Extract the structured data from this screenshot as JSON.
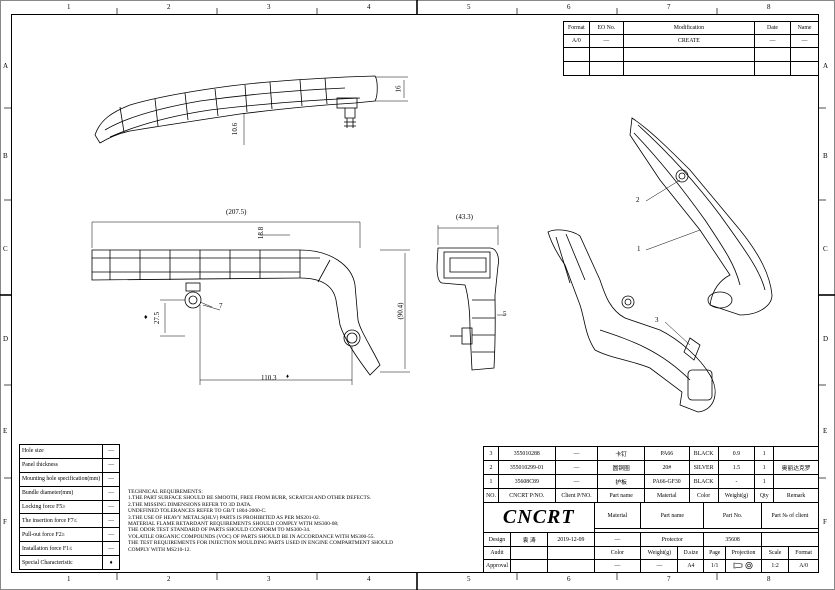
{
  "zones": {
    "top": [
      "1",
      "2",
      "3",
      "4",
      "5",
      "6",
      "7",
      "8"
    ],
    "bottom": [
      "1",
      "2",
      "3",
      "4",
      "5",
      "6",
      "7",
      "8"
    ],
    "left": [
      "A",
      "B",
      "C",
      "D",
      "E",
      "F"
    ],
    "right": [
      "A",
      "B",
      "C",
      "D",
      "E",
      "F"
    ]
  },
  "revision_table": {
    "headers": [
      "Format",
      "EO No.",
      "Modification",
      "Date",
      "Name"
    ],
    "rows": [
      [
        "A/0",
        "—",
        "CREATE",
        "—",
        "—"
      ]
    ]
  },
  "dimensions": {
    "d16": "16",
    "d10_6": "10.6",
    "d207_5": "(207.5)",
    "d18_8": "18.8",
    "d27_5": "27.5",
    "d110_3": "110.3",
    "d90_4": "(90.4)",
    "d43_3": "(43.3)",
    "diamond": "♦"
  },
  "balloons": {
    "b1": "1",
    "b2": "2",
    "b3": "3",
    "b5": "5",
    "b7": "7"
  },
  "spec_table": {
    "rows": [
      [
        "Hole size",
        "—"
      ],
      [
        "Panel thickness",
        "—"
      ],
      [
        "Mounting hole specification(mm)",
        "—"
      ],
      [
        "Bundle diameter(mm)",
        "—"
      ],
      [
        "Locking  force  F5≥",
        "—"
      ],
      [
        "The insertion force F7≤",
        "—"
      ],
      [
        "Pull-out force  F2≥",
        "—"
      ],
      [
        "Installation force F1≤",
        "—"
      ],
      [
        "Special Characteristic",
        "♦"
      ]
    ]
  },
  "tech_requirements": [
    "TECHNICAL REQUIREMENTS:",
    "1.THE PART SURFACE SHOULD BE SMOOTH, FREE FROM BURR, SCRATCH AND OTHER DEFECTS.",
    "2.THE MISSING DIMENSIONS REFER TO 3D DATA.",
    "   UNDEFINED TOLERANCES REFER TO GB/T 1804-2000-C.",
    "3.THE USE OF HEAVY METALS(HLV) PARTS IS PROHIBITED AS PER MS201-02.",
    "   MATERIAL FLAME RETARDANT REQUIREMENTS SHOULD COMPLY WITH MS300-08;",
    "   THE ODOR TEST STANDARD OF PARTS  SHOULD CONFORM TO MS300-34.",
    "   VOLATILE ORGANIC COMPOUNDS (VOC) OF PARTS SHOULD BE IN ACCORDANCE WITH MS300-55.",
    "   THE TEST REQUIREMENTS FOR INJECTION MOULDING PARTS USED IN ENGINE COMPARTMENT SHOULD",
    "   COMPLY WITH MS210-12."
  ],
  "bom": {
    "rows": [
      [
        "3",
        "355010288",
        "—",
        "卡钉",
        "PA66",
        "BLACK",
        "0.9",
        "1",
        ""
      ],
      [
        "2",
        "355010299-01",
        "—",
        "圆铜圈",
        "20#",
        "SILVER",
        "1.5",
        "1",
        "奥丽达克罗"
      ],
      [
        "1",
        "35608C89",
        "—",
        "护板",
        "PA66-GF30",
        "BLACK",
        "-",
        "1",
        ""
      ]
    ],
    "headers": [
      "NO.",
      "CNCRT P/NO.",
      "Client P/NO.",
      "Part name",
      "Material",
      "Color",
      "Weight(g)",
      "Qty",
      "Remark"
    ]
  },
  "title_block": {
    "brand": "CNCRT",
    "material_label": "Material",
    "part_name_label": "Part name",
    "part_no_label": "Part No.",
    "client_part_label": "Part № of client",
    "material_value": "—",
    "part_name_value": "Protector",
    "part_no_value": "35608",
    "design_label": "Design",
    "designer": "袁 涛",
    "date": "2019-12-09",
    "audit_label": "Audit",
    "approval_label": "Approval",
    "color_label": "Color",
    "weight_label": "Weight(g)",
    "dsize_label": "D.size",
    "page_label": "Page",
    "projection_label": "Projection",
    "scale_label": "Scale",
    "format_label": "Format",
    "color_value": "—",
    "weight_value": "—",
    "dsize_value": "A4",
    "page_value": "1/1",
    "scale_value": "1:2",
    "format_value": "A/0"
  }
}
